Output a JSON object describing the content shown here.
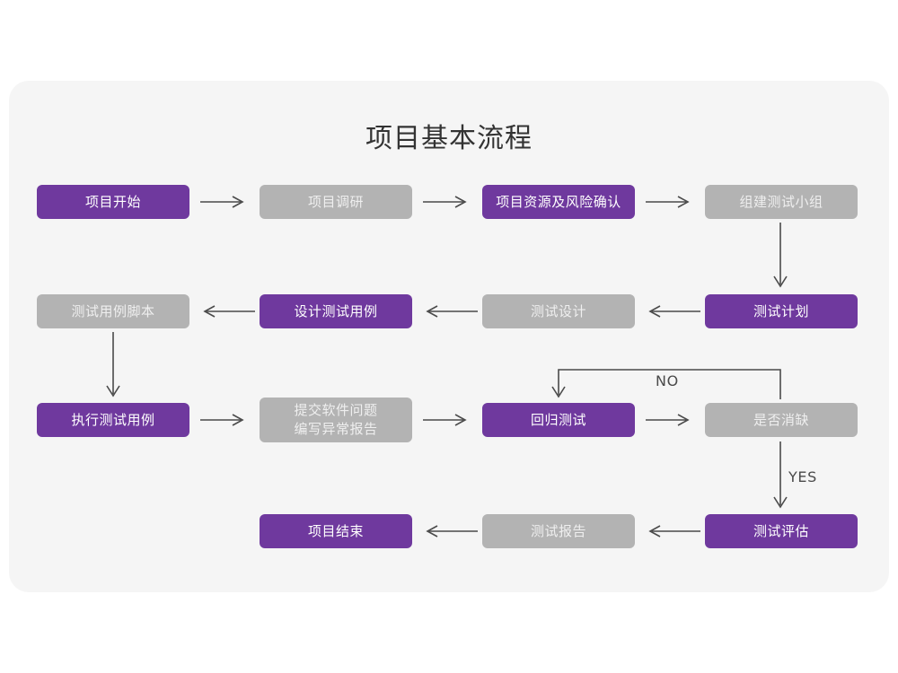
{
  "page": {
    "background": "#ffffff",
    "card_background": "#f5f5f5"
  },
  "diagram": {
    "title": "项目基本流程",
    "type": "flowchart",
    "colors": {
      "active": "#6f399e",
      "inactive": "#b3b3b3",
      "connector": "#4a4a4a",
      "title_text": "#333333",
      "active_text": "#ffffff",
      "inactive_text": "#efefef"
    },
    "nodes": [
      {
        "id": "n1",
        "label": "项目开始",
        "state": "active",
        "row": 1,
        "col": 1
      },
      {
        "id": "n2",
        "label": "项目调研",
        "state": "inactive",
        "row": 1,
        "col": 2
      },
      {
        "id": "n3",
        "label": "项目资源及风险确认",
        "state": "active",
        "row": 1,
        "col": 3
      },
      {
        "id": "n4",
        "label": "组建测试小组",
        "state": "inactive",
        "row": 1,
        "col": 4
      },
      {
        "id": "n5",
        "label": "测试用例脚本",
        "state": "inactive",
        "row": 2,
        "col": 1
      },
      {
        "id": "n6",
        "label": "设计测试用例",
        "state": "active",
        "row": 2,
        "col": 2
      },
      {
        "id": "n7",
        "label": "测试设计",
        "state": "inactive",
        "row": 2,
        "col": 3
      },
      {
        "id": "n8",
        "label": "测试计划",
        "state": "active",
        "row": 2,
        "col": 4
      },
      {
        "id": "n9",
        "label": "执行测试用例",
        "state": "active",
        "row": 3,
        "col": 1
      },
      {
        "id": "n10",
        "label": "提交软件问题\n编写异常报告",
        "state": "inactive",
        "row": 3,
        "col": 2
      },
      {
        "id": "n11",
        "label": "回归测试",
        "state": "active",
        "row": 3,
        "col": 3
      },
      {
        "id": "n12",
        "label": "是否消缺",
        "state": "inactive",
        "row": 3,
        "col": 4
      },
      {
        "id": "n13",
        "label": "项目结束",
        "state": "active",
        "row": 4,
        "col": 2
      },
      {
        "id": "n14",
        "label": "测试报告",
        "state": "inactive",
        "row": 4,
        "col": 3
      },
      {
        "id": "n15",
        "label": "测试评估",
        "state": "active",
        "row": 4,
        "col": 4
      }
    ],
    "edge_labels": [
      {
        "id": "no",
        "text": "NO"
      },
      {
        "id": "yes",
        "text": "YES"
      }
    ],
    "edges": [
      {
        "from": "n1",
        "to": "n2",
        "direction": "right"
      },
      {
        "from": "n2",
        "to": "n3",
        "direction": "right"
      },
      {
        "from": "n3",
        "to": "n4",
        "direction": "right"
      },
      {
        "from": "n4",
        "to": "n8",
        "direction": "down"
      },
      {
        "from": "n8",
        "to": "n7",
        "direction": "left"
      },
      {
        "from": "n7",
        "to": "n6",
        "direction": "left"
      },
      {
        "from": "n6",
        "to": "n5",
        "direction": "left"
      },
      {
        "from": "n5",
        "to": "n9",
        "direction": "down"
      },
      {
        "from": "n9",
        "to": "n10",
        "direction": "right"
      },
      {
        "from": "n10",
        "to": "n11",
        "direction": "right"
      },
      {
        "from": "n11",
        "to": "n12",
        "direction": "right"
      },
      {
        "from": "n12",
        "to": "n11",
        "direction": "loop-up-left",
        "label": "NO"
      },
      {
        "from": "n12",
        "to": "n15",
        "direction": "down",
        "label": "YES"
      },
      {
        "from": "n15",
        "to": "n14",
        "direction": "left"
      },
      {
        "from": "n14",
        "to": "n13",
        "direction": "left"
      }
    ]
  }
}
